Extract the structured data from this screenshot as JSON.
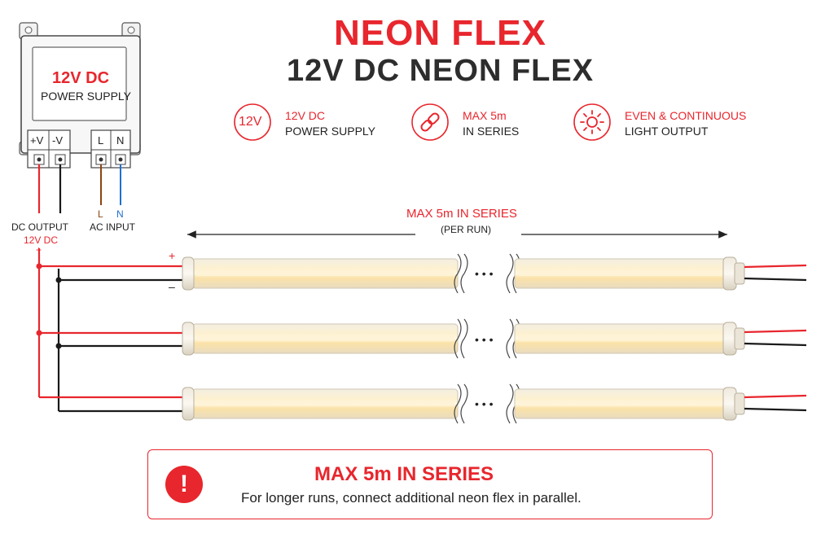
{
  "title": "NEON FLEX",
  "subtitle": "12V DC NEON FLEX",
  "features": [
    {
      "icon": "12v-badge-icon",
      "badge": "12V",
      "title": "12V DC",
      "subtitle": "POWER SUPPLY"
    },
    {
      "icon": "chain-link-icon",
      "title": "MAX 5m",
      "subtitle": "IN SERIES"
    },
    {
      "icon": "sun-icon",
      "title": "EVEN & CONTINUOUS",
      "subtitle": "LIGHT OUTPUT"
    }
  ],
  "power_supply": {
    "voltage": "12V DC",
    "name": "POWER SUPPLY",
    "terminals": [
      "+V",
      "-V",
      "L",
      "N"
    ],
    "wire_L": "L",
    "wire_N": "N",
    "dc_output": "DC OUTPUT",
    "dc_output_voltage": "12V DC",
    "ac_input": "AC INPUT"
  },
  "run": {
    "label": "MAX 5m IN SERIES",
    "sublabel": "(PER RUN)",
    "plus": "+",
    "minus": "–",
    "ellipsis": "• • •",
    "count": 3
  },
  "warning": {
    "icon_glyph": "!",
    "title": "MAX 5m IN SERIES",
    "text": "For longer runs, connect additional neon flex in parallel."
  },
  "colors": {
    "accent": "#e8262d",
    "positive_wire": "#e8262d",
    "negative_wire": "#1a1a1a",
    "live_wire": "#8b4513",
    "neutral_wire": "#1f6fd1",
    "strip_glow": "#fbe7b8"
  }
}
